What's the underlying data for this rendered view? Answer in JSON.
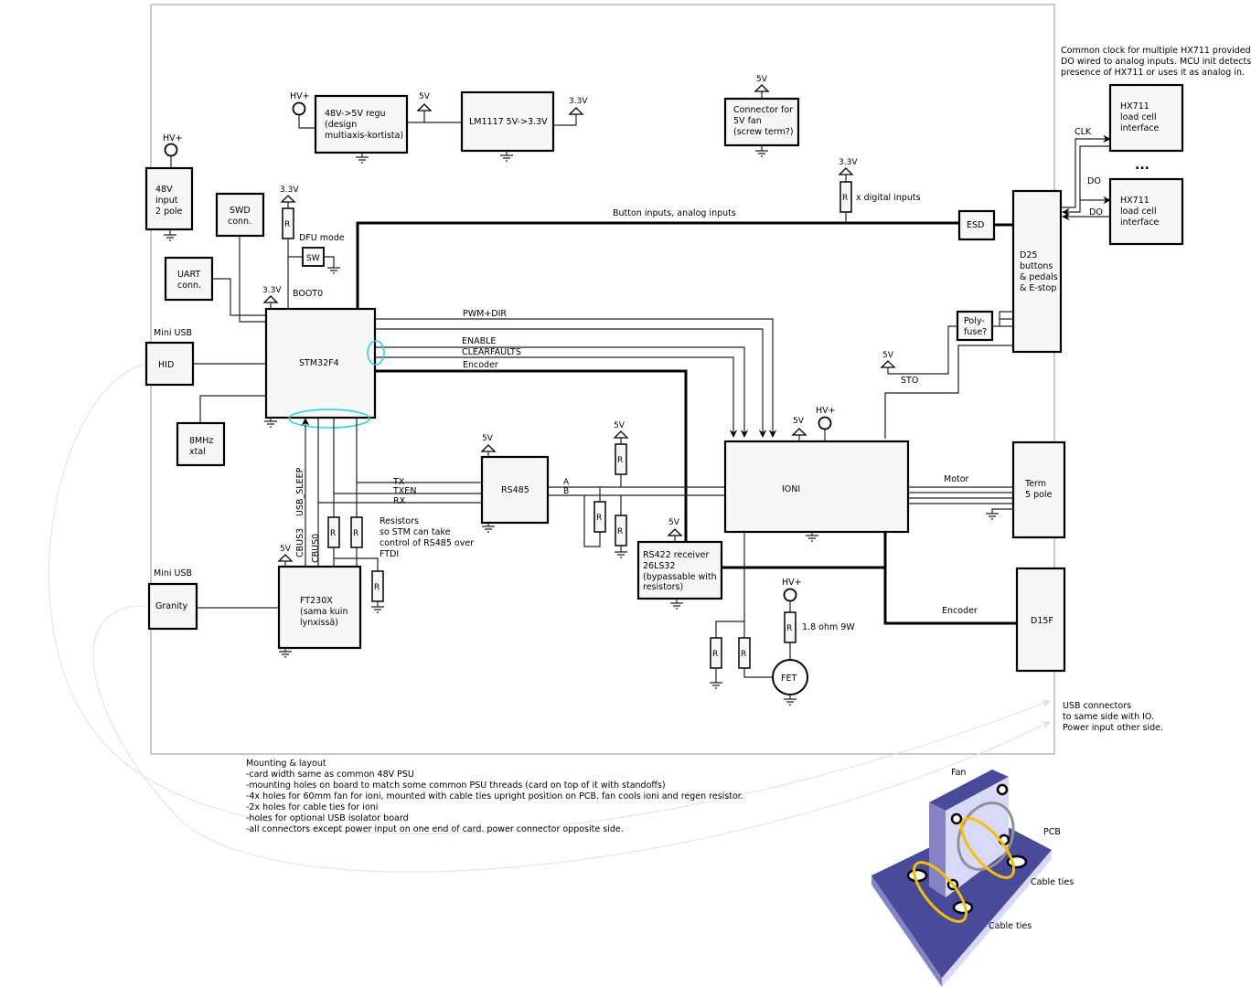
{
  "diagram": {
    "title": "Motor controller card block diagram",
    "blocks": {
      "regu": [
        "48V->5V regu",
        "(design",
        "multiaxis-kortista)"
      ],
      "lm1117": "LM1117 5V->3.3V",
      "fan_conn": [
        "Connector for",
        "5V  fan",
        "(screw term?)"
      ],
      "input48": [
        "48V",
        "input",
        "2 pole"
      ],
      "swd": [
        "SWD",
        "conn."
      ],
      "uart": [
        "UART",
        "conn."
      ],
      "hid": "HID",
      "stm": "STM32F4",
      "xtal": [
        "8MHz",
        "xtal"
      ],
      "sw": "SW",
      "granity": "Granity",
      "ft230x": [
        "FT230X",
        "(sama kuin",
        "lynxissä)"
      ],
      "rs485": "RS485",
      "rs422": [
        "RS422 receiver",
        "26LS32",
        "(bypassable with",
        "resistors)"
      ],
      "ioni": "IONI",
      "esd": "ESD",
      "d25": [
        "D25",
        "buttons",
        "& pedals",
        "& E-stop"
      ],
      "polyfuse": [
        "Poly-",
        "fuse?"
      ],
      "term": [
        "Term",
        "5 pole"
      ],
      "d15f": "D15F",
      "hx711_a": [
        "HX711",
        "load cell",
        "interface"
      ],
      "hx711_b": [
        "HX711",
        "load cell",
        "interface"
      ],
      "fet": "FET"
    },
    "labels": {
      "hv_plus": "HV+",
      "v5": "5V",
      "v33": "3.3V",
      "resistor": "R",
      "dfu_mode": "DFU mode",
      "boot0": "BOOT0",
      "mini_usb": "Mini USB",
      "button_inputs": "Button inputs, analog inputs",
      "x_digital": "x digital inputs",
      "pwm_dir": "PWM+DIR",
      "enable": "ENABLE",
      "clearfaults": "CLEARFAULTS",
      "encoder": "Encoder",
      "tx": "TX",
      "txen": "TXEN",
      "rx": "RX",
      "a": "A",
      "b": "B",
      "usb_sleep": "USB_SLEEP",
      "cbus3": "CBUS3",
      "cbus0": "CBUS0",
      "resistors_note": [
        "Resistors",
        "so STM can take",
        "control of RS485 over",
        "FTDI"
      ],
      "motor": "Motor",
      "sto": "STO",
      "clk": "CLK",
      "do": "DO",
      "ellipsis": "...",
      "regen_r": "1.8 ohm 9W",
      "hx_note": [
        "Common clock for multiple HX711 provided.",
        "DO wired to analog inputs. MCU init detects",
        "presence of HX711 or uses it as analog in."
      ],
      "usb_note": [
        "USB connectors",
        "to same side with IO.",
        "Power input other side."
      ],
      "mounting": [
        "Mounting & layout",
        "-card width same as common 48V PSU",
        "-mounting holes on board to match some common PSU threads (card on top of it with standoffs)",
        "-4x holes for 60mm fan for ioni, mounted with cable ties upright position on PCB. fan cools ioni and regen resistor.",
        "-2x holes for cable ties for ioni",
        "-holes for optional USB isolator board",
        "-all connectors except power input on one end of card. power connector opposite side."
      ],
      "fan": "Fan",
      "pcb": "PCB",
      "cable_ties": "Cable ties"
    },
    "colors": {
      "highlight": "#22d3de",
      "pcb_dark": "#4a4a9a",
      "pcb_light": "#d8d8f8",
      "cable_tie": "#f5c000"
    }
  }
}
